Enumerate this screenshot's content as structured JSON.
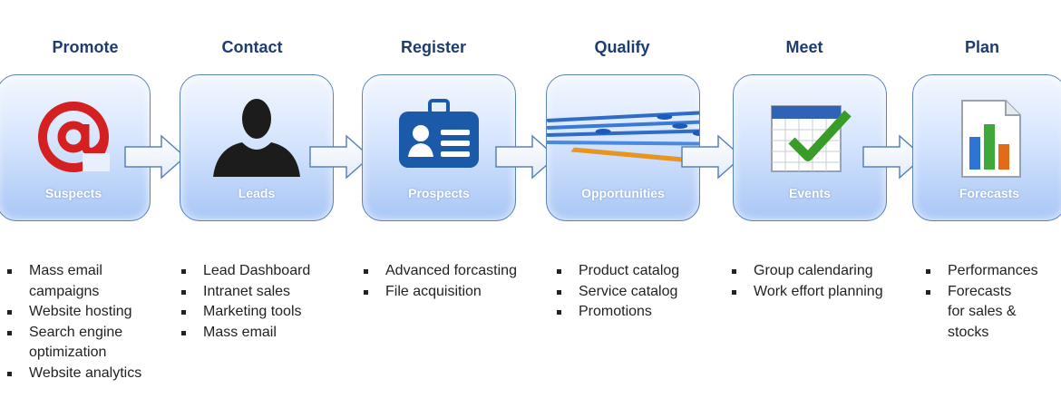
{
  "stages": [
    {
      "title": "Promote",
      "label": "Suspects",
      "icon": "at-sign-icon",
      "bullets": [
        "Mass email campaigns",
        "Website hosting",
        "Search engine optimization",
        "Website analytics"
      ]
    },
    {
      "title": "Contact",
      "label": "Leads",
      "icon": "person-silhouette-icon",
      "bullets": [
        "Lead Dashboard",
        "Intranet sales",
        "Marketing tools",
        "Mass email"
      ]
    },
    {
      "title": "Register",
      "label": "Prospects",
      "icon": "id-badge-icon",
      "bullets": [
        "Advanced forcasting",
        "File acquisition"
      ]
    },
    {
      "title": "Qualify",
      "label": "Opportunities",
      "icon": "race-runners-icon",
      "bullets": [
        "Product catalog",
        "Service catalog",
        "Promotions"
      ]
    },
    {
      "title": "Meet",
      "label": "Events",
      "icon": "calendar-check-icon",
      "bullets": [
        "Group calendaring",
        "Work effort planning"
      ]
    },
    {
      "title": "Plan",
      "label": "Forecasts",
      "icon": "bar-chart-document-icon",
      "bullets": [
        "Performances",
        "Forecasts for sales & stocks"
      ]
    }
  ],
  "colors": {
    "title": "#1f3c6e",
    "card_border": "#5a82bd",
    "card_label": "#ffffff"
  }
}
